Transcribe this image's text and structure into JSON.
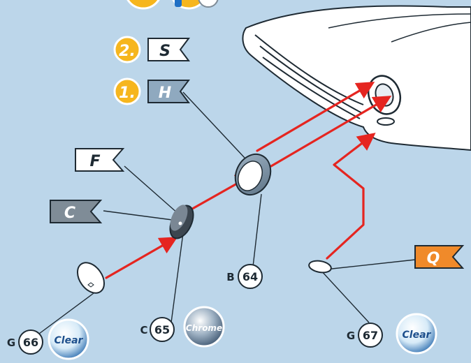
{
  "colors": {
    "background": "#bcd6ea",
    "arrow": "#e52520",
    "step_badge": "#f6b61e",
    "flag_white": "#ffffff",
    "flag_blue": "#8fa9bf",
    "flag_dark": "#7f8c97",
    "flag_orange": "#f08a2a",
    "ring": "#7c95a8"
  },
  "steps": [
    {
      "number": "2.",
      "flag": "S"
    },
    {
      "number": "1.",
      "flag": "H"
    }
  ],
  "flags": {
    "f": "F",
    "c": "C",
    "q": "Q"
  },
  "parts": [
    {
      "group": "G",
      "number": "66",
      "finish": "Clear"
    },
    {
      "group": "C",
      "number": "65",
      "finish": "Chrome"
    },
    {
      "group": "B",
      "number": "64",
      "finish": ""
    },
    {
      "group": "G",
      "number": "67",
      "finish": "Clear"
    }
  ]
}
